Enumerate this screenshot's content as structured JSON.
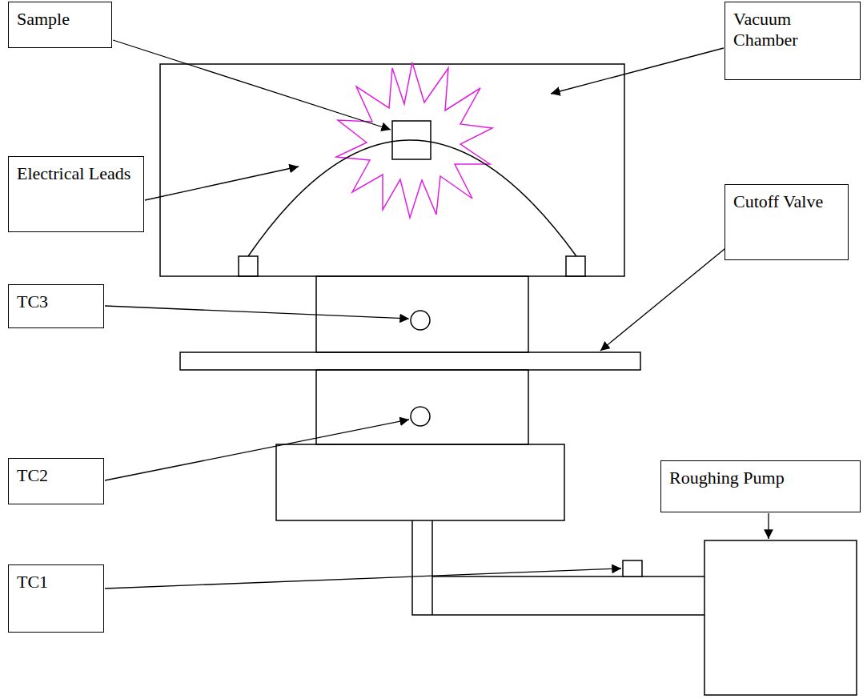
{
  "diagram": {
    "nodes": [
      {
        "text": [
          "Sample"
        ]
      },
      {
        "text": [
          "Vacuum Chamber"
        ]
      },
      {
        "text": [
          "Electrical Leads"
        ]
      },
      {
        "text": [
          "Cutoff Valve"
        ]
      },
      {
        "text": [
          "TC3"
        ]
      },
      {
        "text": [
          "TC2"
        ]
      },
      {
        "text": [
          "Roughing Pump"
        ]
      },
      {
        "text": [
          "TC1"
        ]
      }
    ]
  }
}
